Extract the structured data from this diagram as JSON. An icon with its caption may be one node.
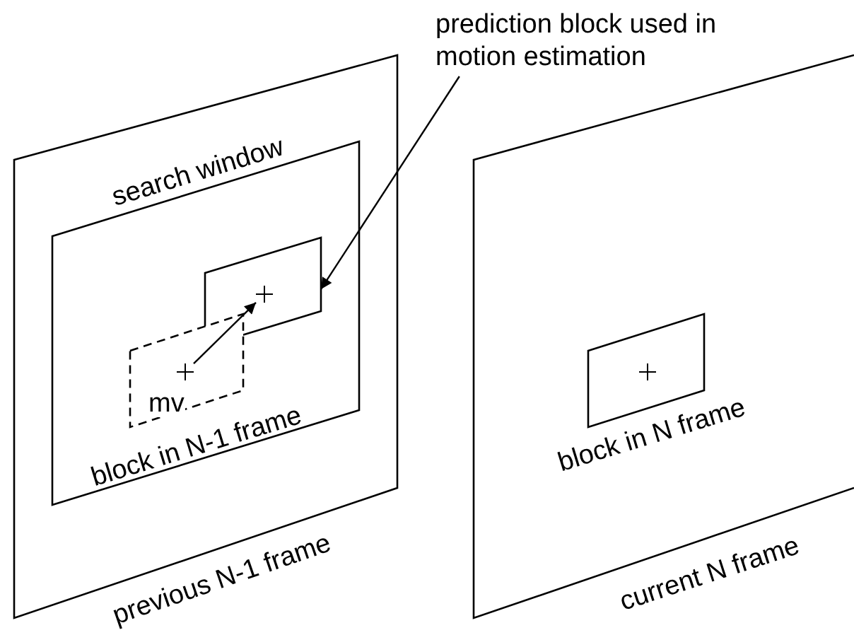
{
  "diagram": {
    "nodes": [
      {
        "text": [
          "previous N-1 frame"
        ]
      },
      {
        "text": [
          "search window"
        ],
        "in": 0
      },
      {
        "text": [
          "block in N-1 frame"
        ],
        "in": 1
      },
      {
        "text": [],
        "shape": "cross",
        "in": 2
      },
      {
        "text": [],
        "shape": "box",
        "in": 1
      },
      {
        "text": [],
        "shape": "cross",
        "in": 4
      },
      {
        "text": [
          "prediction block used in motion estimation"
        ]
      },
      {
        "text": [
          "current N frame"
        ]
      },
      {
        "text": [
          "block in N frame"
        ],
        "in": 7
      }
    ],
    "edges": [
      {
        "from": 3,
        "to": 5,
        "arrow": "to",
        "label": "mv"
      },
      {
        "from": 6,
        "to": 4,
        "arrow": "to"
      }
    ]
  }
}
